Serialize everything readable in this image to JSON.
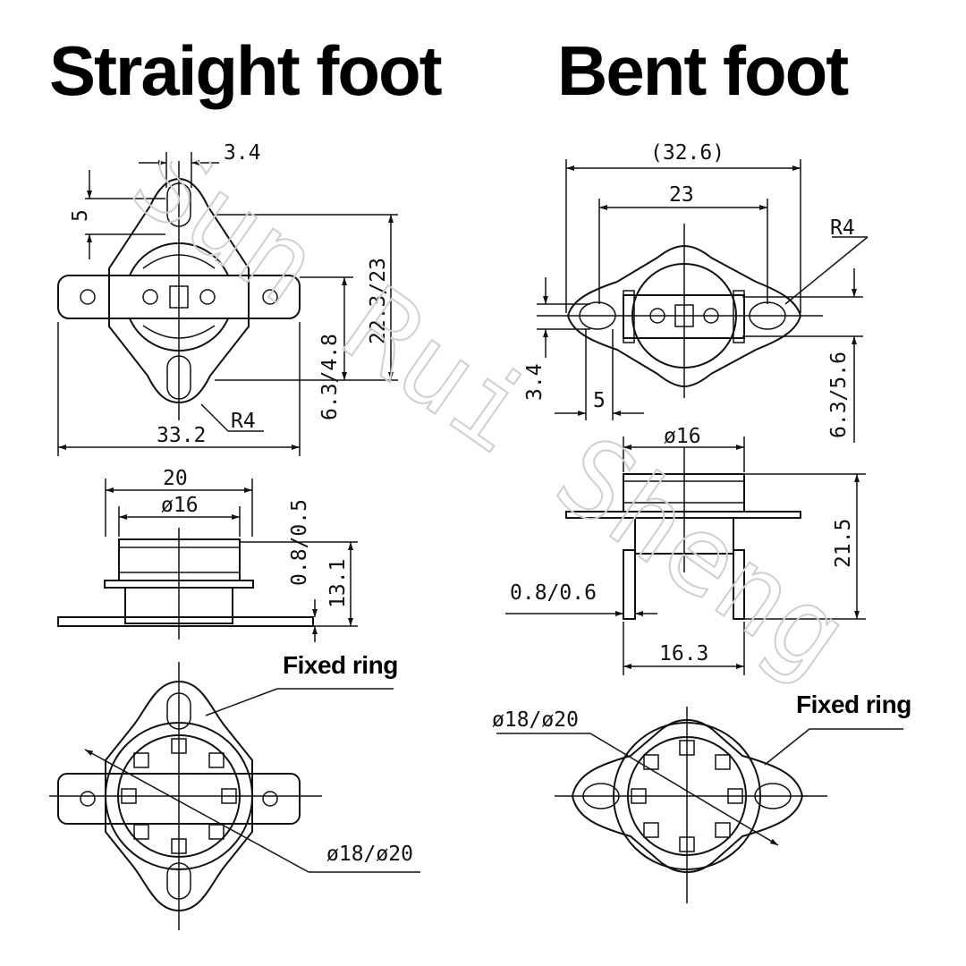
{
  "titles": {
    "left": "Straight foot",
    "right": "Bent foot"
  },
  "labels": {
    "fixed_ring_left": "Fixed ring",
    "fixed_ring_right": "Fixed ring"
  },
  "watermark": "Sun Rui Sheng",
  "straight_dims": {
    "hole_width": "3.4",
    "hole_offset": "5",
    "overall_height": "22.3/23",
    "mid_offset": "6.3/4.8",
    "overall_length": "33.2",
    "radius": "R4",
    "body_width": "20",
    "cap_diameter": "ø16",
    "plate_thickness": "0.8/0.5",
    "side_height": "13.1",
    "ring_diameter": "ø18/ø20"
  },
  "bent_dims": {
    "overall_length": "(32.6)",
    "hole_spacing": "23",
    "radius": "R4",
    "hole_height": "3.4",
    "hole_offset": "5",
    "mid_offset": "6.3/5.6",
    "cap_diameter": "ø16",
    "side_height": "21.5",
    "plate_thickness": "0.8/0.6",
    "foot_spacing": "16.3",
    "ring_diameter": "ø18/ø20"
  }
}
